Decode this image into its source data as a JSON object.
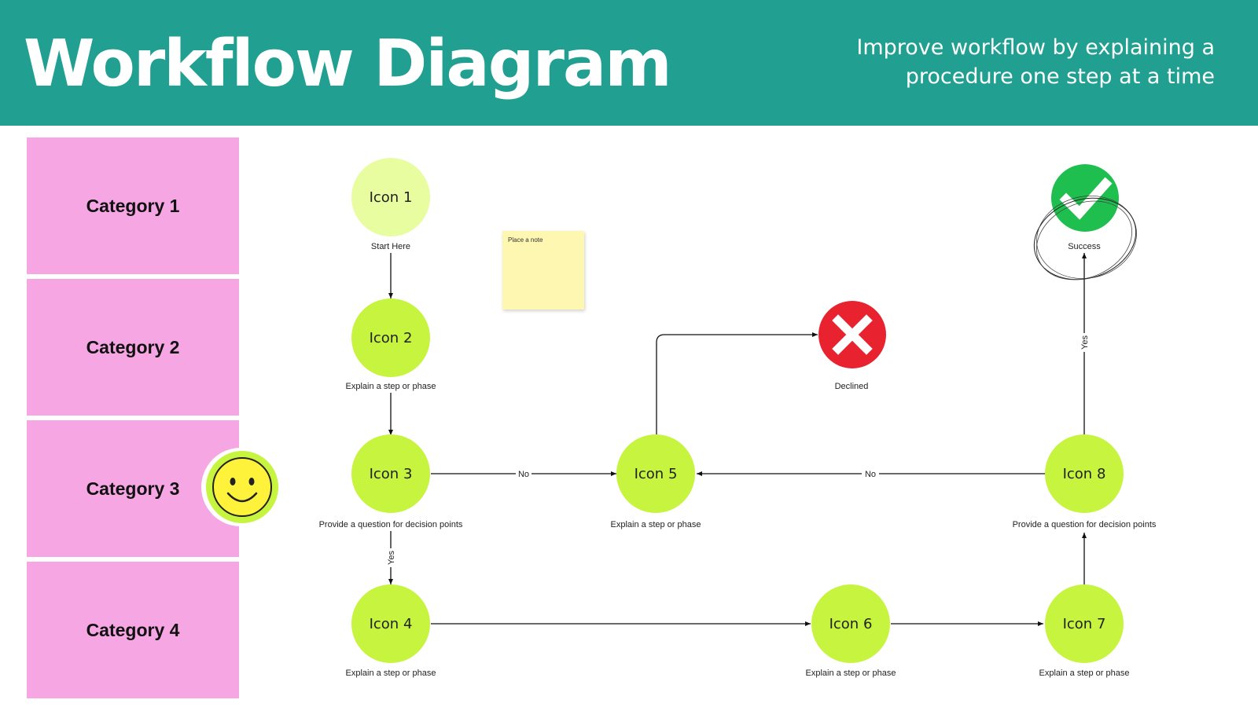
{
  "header": {
    "title": "Workflow Diagram",
    "subtitle": "Improve workflow by explaining a procedure one step at a time",
    "background_color": "#21a092"
  },
  "categories": [
    "Category 1",
    "Category 2",
    "Category 3",
    "Category 4"
  ],
  "nodes": {
    "icon1": {
      "label": "Icon 1",
      "caption": "Start Here"
    },
    "icon2": {
      "label": "Icon 2",
      "caption": "Explain a step or phase"
    },
    "icon3": {
      "label": "Icon 3",
      "caption": "Provide a question for decision points"
    },
    "icon4": {
      "label": "Icon 4",
      "caption": "Explain a step or phase"
    },
    "icon5": {
      "label": "Icon 5",
      "caption": "Explain a step or phase"
    },
    "icon6": {
      "label": "Icon 6",
      "caption": "Explain a step or phase"
    },
    "icon7": {
      "label": "Icon 7",
      "caption": "Explain a step or phase"
    },
    "icon8": {
      "label": "Icon 8",
      "caption": "Provide a question for decision points"
    },
    "declined": {
      "caption": "Declined",
      "icon": "x-icon"
    },
    "success": {
      "caption": "Success",
      "icon": "checkmark-icon"
    }
  },
  "edge_labels": {
    "icon3_to_icon5": "No",
    "icon8_to_icon5": "No",
    "icon3_to_icon4": "Yes",
    "icon8_to_success": "Yes"
  },
  "note": {
    "text": "Place a note"
  },
  "colors": {
    "category_fill": "#f6a6e3",
    "node_fill": "#c6f43f",
    "start_node_fill": "#e8fda0",
    "declined": "#e8222e",
    "success": "#1fbf4f",
    "note_fill": "#fdf7b1"
  },
  "decorations": {
    "smiley": "smiley-face-icon"
  }
}
